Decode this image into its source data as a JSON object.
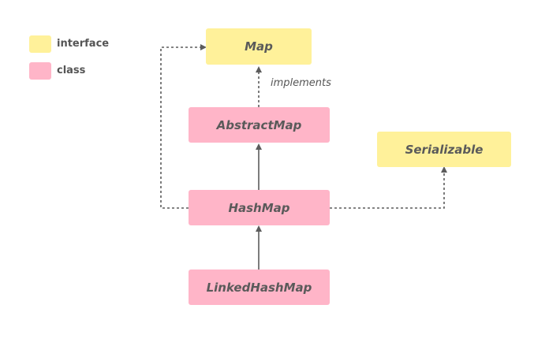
{
  "colors": {
    "interface": "#fff19a",
    "class": "#ffb5c8",
    "line": "#5c5c5c",
    "text": "#5a5a5a"
  },
  "legend": {
    "interface_label": "interface",
    "class_label": "class"
  },
  "nodes": {
    "map": "Map",
    "abstract_map": "AbstractMap",
    "hash_map": "HashMap",
    "linked_hash_map": "LinkedHashMap",
    "serializable": "Serializable"
  },
  "edges": {
    "implements_label": "implements"
  }
}
